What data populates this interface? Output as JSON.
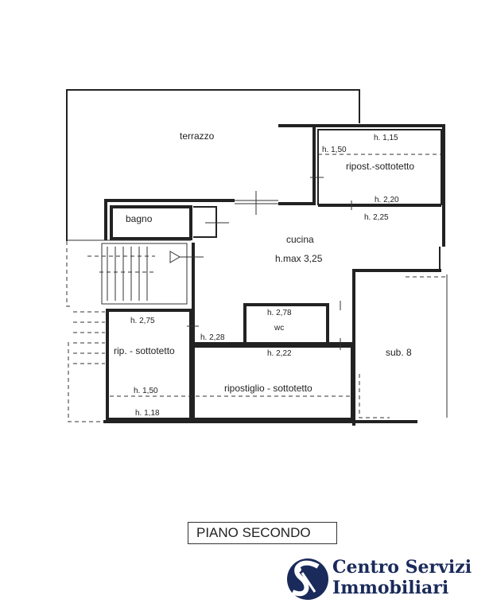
{
  "plan": {
    "rooms": {
      "terrazzo": "terrazzo",
      "ripost": "ripost.-sottotetto",
      "bagno": "bagno",
      "cucina": "cucina",
      "cucina_height": "h.max 3,25",
      "wc": "wc",
      "rip_sottotetto": "rip. - sottotetto",
      "ripostiglio": "ripostiglio - sottotetto",
      "sub8": "sub. 8"
    },
    "heights": {
      "h115": "h. 1,15",
      "h150a": "h. 1,50",
      "h220": "h. 2,20",
      "h225": "h. 2,25",
      "h278": "h. 2,78",
      "h275": "h. 2,75",
      "h228": "h. 2,28",
      "h222": "h. 2,22",
      "h150b": "h. 1,50",
      "h118": "h. 1,18"
    }
  },
  "floor_label": "PIANO SECONDO",
  "logo": {
    "line1": "Centro Servizi",
    "line2": "Immobiliari",
    "color": "#1a2a5a"
  }
}
